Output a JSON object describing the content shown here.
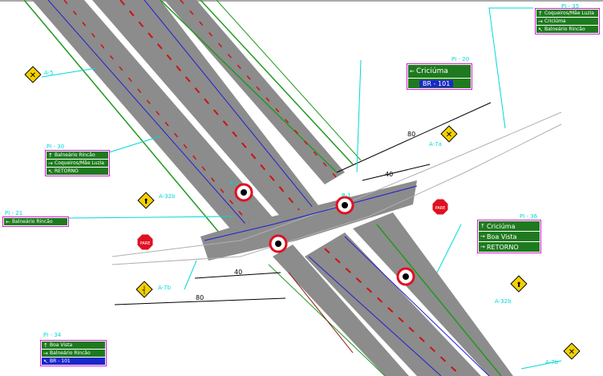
{
  "drawing": {
    "dimension_labels": [
      "80",
      "40",
      "40",
      "80"
    ],
    "stop_labels": [
      "PARE",
      "PARE"
    ],
    "sign_refs": [
      "PI - 20",
      "PI - 30",
      "PI - 21",
      "PI - 34",
      "PI - 36",
      "PI - 35",
      "A-5",
      "A-32b",
      "A-7a",
      "A-7b",
      "A-32b",
      "R-1",
      "R-1",
      "A-7b"
    ]
  },
  "signs": {
    "pi20": {
      "ref": "PI - 20",
      "rows": [
        {
          "arrow": "←",
          "text": "Criciúma"
        },
        {
          "arrow": "",
          "text": "BR - 101"
        }
      ]
    },
    "pi30": {
      "ref": "PI - 30",
      "rows": [
        {
          "arrow": "↑",
          "text": "Balneário Rincão"
        },
        {
          "arrow": "→",
          "text": "Coqueiros/Mãe Luzia"
        },
        {
          "arrow": "↖",
          "text": "RETORNO"
        }
      ]
    },
    "pi21": {
      "ref": "PI - 21",
      "rows": [
        {
          "arrow": "←",
          "text": "Balneário Rincão"
        }
      ]
    },
    "pi34": {
      "ref": "PI - 34",
      "rows": [
        {
          "arrow": "↑",
          "text": "Boa Vista"
        },
        {
          "arrow": "→",
          "text": "Balneário Rincão"
        },
        {
          "arrow": "↖",
          "text": "BR - 101"
        }
      ]
    },
    "pi36": {
      "ref": "PI - 36",
      "rows": [
        {
          "arrow": "↑",
          "text": "Criciúma"
        },
        {
          "arrow": "→",
          "text": "Boa Vista"
        },
        {
          "arrow": "→",
          "text": "RETORNO"
        }
      ]
    },
    "pi35": {
      "ref": "PI - 35",
      "rows": [
        {
          "arrow": "↑",
          "text": "Coqueiros/Mãe Luzia"
        },
        {
          "arrow": "→",
          "text": "Criciúma"
        },
        {
          "arrow": "↖",
          "text": "Balneário Rincão"
        }
      ]
    }
  },
  "colors": {
    "road": "#8c8c8c",
    "edge_green": "#1f9a1f",
    "lane_blue": "#2020d0",
    "center_red": "#d01010",
    "leader_cyan": "#00d8d8",
    "sign_green": "#1f7a1f",
    "stop_red": "#e01020",
    "warning_yellow": "#f5d100"
  }
}
